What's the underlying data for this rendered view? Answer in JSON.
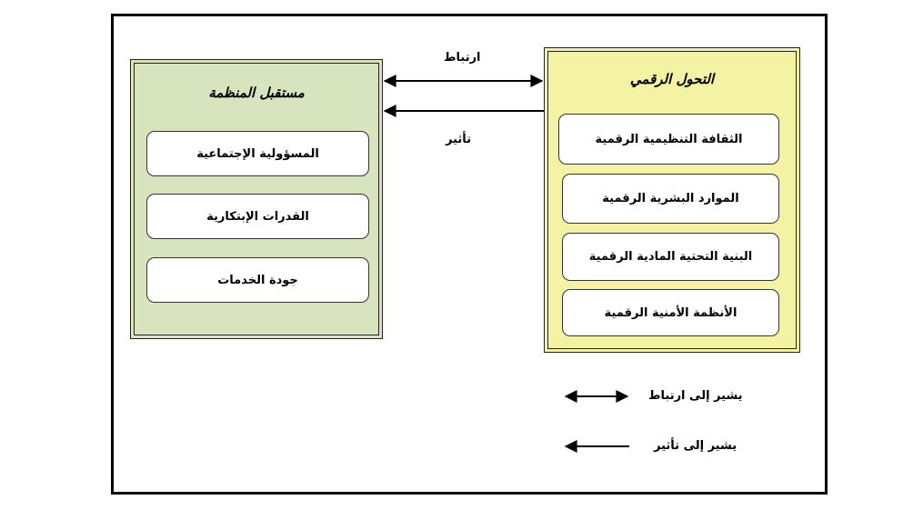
{
  "left_panel": {
    "title": "مستقبل المنظمة",
    "items": [
      "المسؤولية الإجتماعية",
      "القدرات الإبتكارية",
      "جودة الخدمات"
    ]
  },
  "right_panel": {
    "title": "التحول الرقمي",
    "items": [
      "الثقافة التنظيمية الرقمية",
      "الموارد البشرية الرقمية",
      "البنية التحتية المادية الرقمية",
      "الأنظمة الأمنية الرقمية"
    ]
  },
  "connectors": {
    "correlation_label": "ارتباط",
    "influence_label": "تأثير"
  },
  "legend": {
    "correlation": "يشير إلى ارتباط",
    "influence": "يشير إلى تأثير"
  }
}
